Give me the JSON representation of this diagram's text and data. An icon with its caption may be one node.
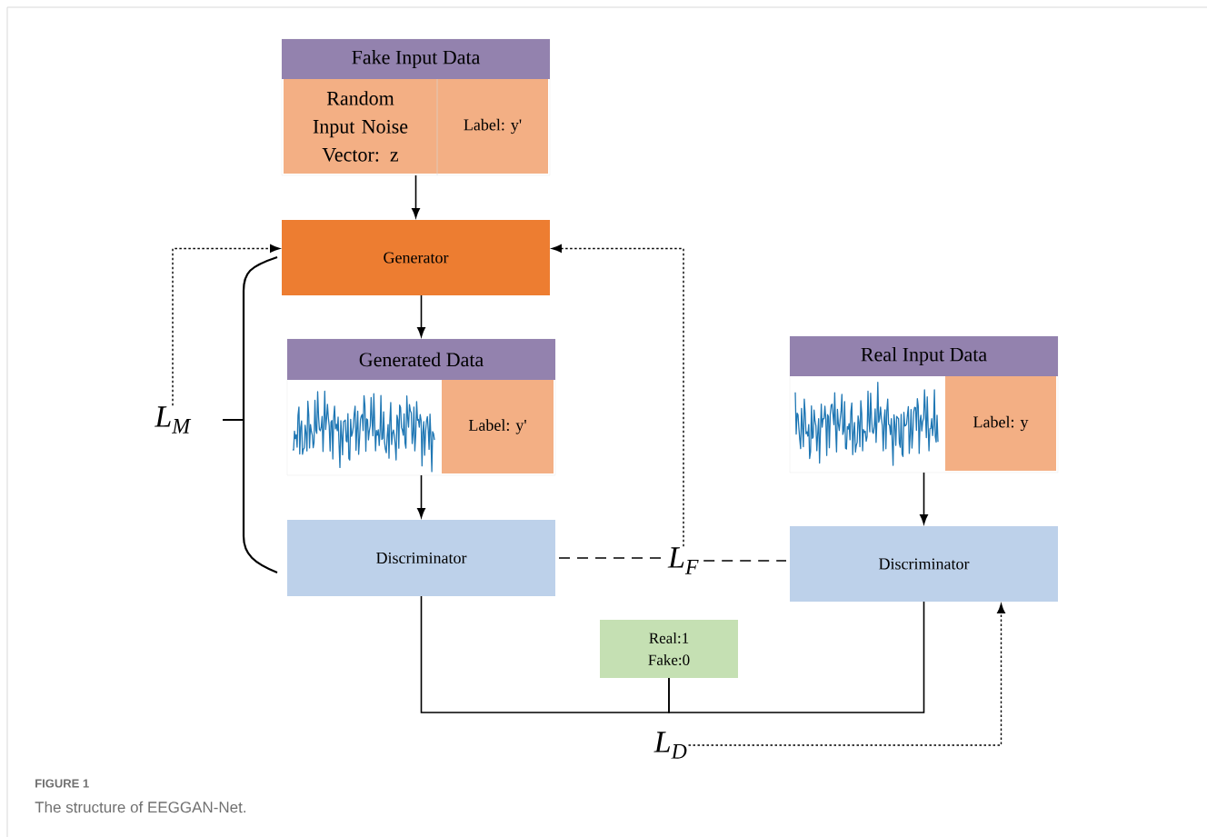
{
  "diagram": {
    "caption": "The structure of EEGGAN-Net.",
    "nodes": [
      {
        "text": [
          "Fake Input Data"
        ]
      },
      {
        "text": [
          "Random Input Noise Vector: z"
        ],
        "in": 0
      },
      {
        "text": [
          "Label: y'"
        ],
        "in": 0
      },
      {
        "text": [
          "Generator"
        ]
      },
      {
        "text": [
          "Generated Data"
        ]
      },
      {
        "text": [],
        "shape": "picture",
        "in": 4
      },
      {
        "text": [
          "Label: y'"
        ],
        "in": 4
      },
      {
        "text": [
          "Discriminator"
        ]
      },
      {
        "text": [
          "Real Input Data"
        ]
      },
      {
        "text": [],
        "shape": "picture",
        "in": 8
      },
      {
        "text": [
          "Label: y"
        ],
        "in": 8
      },
      {
        "text": [
          "Discriminator"
        ]
      },
      {
        "text": [
          "Real:1 Fake:0"
        ]
      },
      {
        "text": [
          "L$_{M}$"
        ]
      },
      {
        "text": [
          "L$_{F}$"
        ]
      },
      {
        "text": [
          "L$_{D}$"
        ]
      }
    ],
    "edges": [
      {
        "from": 0,
        "to": 3,
        "arrow": "to"
      },
      {
        "from": 3,
        "to": 4,
        "arrow": "to"
      },
      {
        "from": 4,
        "to": 7,
        "arrow": "to"
      },
      {
        "from": 8,
        "to": 11,
        "arrow": "to"
      },
      {
        "from": 13,
        "to": 3,
        "arrow": "to",
        "style": "dashed"
      },
      {
        "from": 14,
        "to": 3,
        "arrow": "to",
        "style": "dashed"
      },
      {
        "from": 7,
        "to": 14,
        "arrow": "none",
        "style": "dashed"
      },
      {
        "from": 14,
        "to": 11,
        "arrow": "none",
        "style": "dashed"
      },
      {
        "from": 7,
        "to": 12,
        "arrow": "none"
      },
      {
        "from": 11,
        "to": 12,
        "arrow": "none"
      },
      {
        "from": 15,
        "to": 11,
        "arrow": "to",
        "style": "dashed"
      }
    ],
    "labels": [
      "FIGURE 1"
    ]
  }
}
